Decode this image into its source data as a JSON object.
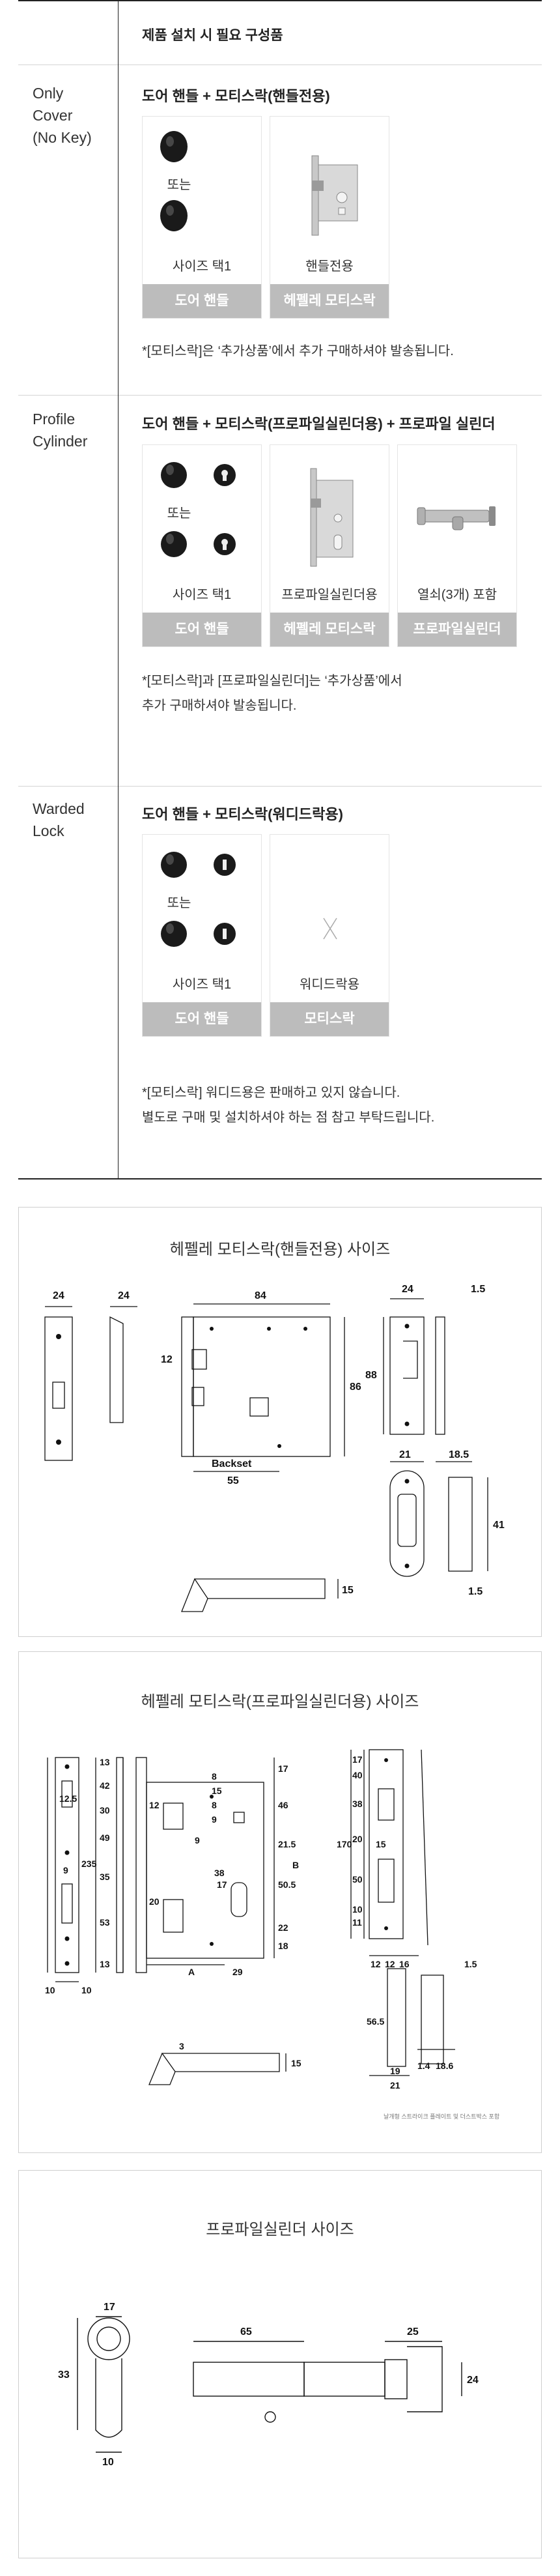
{
  "header": {
    "title": "제품 설치 시 필요 구성품"
  },
  "rows": [
    {
      "label": [
        "Only",
        "Cover",
        "(No Key)"
      ],
      "title": "도어 핸들 + 모티스락(핸들전용)",
      "cards": [
        {
          "or_text": "또는",
          "label": "사이즈 택1",
          "caption": "도어 핸들"
        },
        {
          "label": "핸들전용",
          "caption": "헤펠레 모티스락"
        }
      ],
      "note": [
        "*[모티스락]은 ‘추가상품’에서 추가 구매하셔야 발송됩니다."
      ]
    },
    {
      "label": [
        "Profile",
        "Cylinder"
      ],
      "title": "도어 핸들 + 모티스락(프로파일실린더용) + 프로파일 실린더",
      "cards": [
        {
          "or_text": "또는",
          "label": "사이즈 택1",
          "caption": "도어 핸들"
        },
        {
          "label": "프로파일실린더용",
          "caption": "헤펠레 모티스락"
        },
        {
          "label": "열쇠(3개) 포함",
          "caption": "프로파일실린더"
        }
      ],
      "note": [
        "*[모티스락]과 [프로파일실린더]는 ‘추가상품’에서",
        "추가 구매하셔야 발송됩니다."
      ]
    },
    {
      "label": [
        "Warded",
        "Lock"
      ],
      "title": "도어 핸들 + 모티스락(워디드락용)",
      "cards": [
        {
          "or_text": "또는",
          "label": "사이즈 택1",
          "caption": "도어 핸들"
        },
        {
          "label": "워디드락용",
          "caption": "모티스락"
        }
      ],
      "note": [
        "*[모티스락] 워디드용은 판매하고 있지 않습니다.",
        "별도로 구매 및 설치하셔야 하는 점 참고 부탁드립니다."
      ]
    }
  ],
  "panels": {
    "handle_lock": {
      "title": "헤펠레 모티스락(핸들전용) 사이즈",
      "dims": [
        "24",
        "24",
        "84",
        "12",
        "86",
        "Backset",
        "55",
        "15",
        "24",
        "1.5",
        "88",
        "21",
        "18.5",
        "41",
        "1.5"
      ]
    },
    "profile_lock": {
      "title": "헤펠레 모티스락(프로파일실린더용) 사이즈",
      "dims": [
        "12.5",
        "9",
        "10",
        "10",
        "13",
        "42",
        "30",
        "49",
        "235",
        "35",
        "53",
        "13",
        "12",
        "20",
        "8",
        "15",
        "8",
        "9",
        "9",
        "38",
        "17",
        "A",
        "29",
        "17",
        "46",
        "21.5",
        "50.5",
        "22",
        "18",
        "B",
        "3",
        "15",
        "170",
        "17",
        "40",
        "38",
        "20",
        "15",
        "50",
        "10",
        "11",
        "12",
        "12",
        "16",
        "1.5",
        "56.5",
        "19",
        "21",
        "1.4",
        "18.6"
      ],
      "footnote": "날개형 스트라이크 플레이트 및 더스트박스 포함"
    },
    "cylinder": {
      "title": "프로파일실린더 사이즈",
      "dims": [
        "17",
        "65",
        "25",
        "33",
        "24",
        "10"
      ]
    }
  },
  "colors": {
    "caption_bg": "#bcbcbc",
    "line": "#222222",
    "border": "#d4d4d4"
  },
  "icons": [
    "knob-handle-icon",
    "lever-handle-icon",
    "mortise-lock-icon",
    "profile-cylinder-icon",
    "x-placeholder-icon"
  ]
}
